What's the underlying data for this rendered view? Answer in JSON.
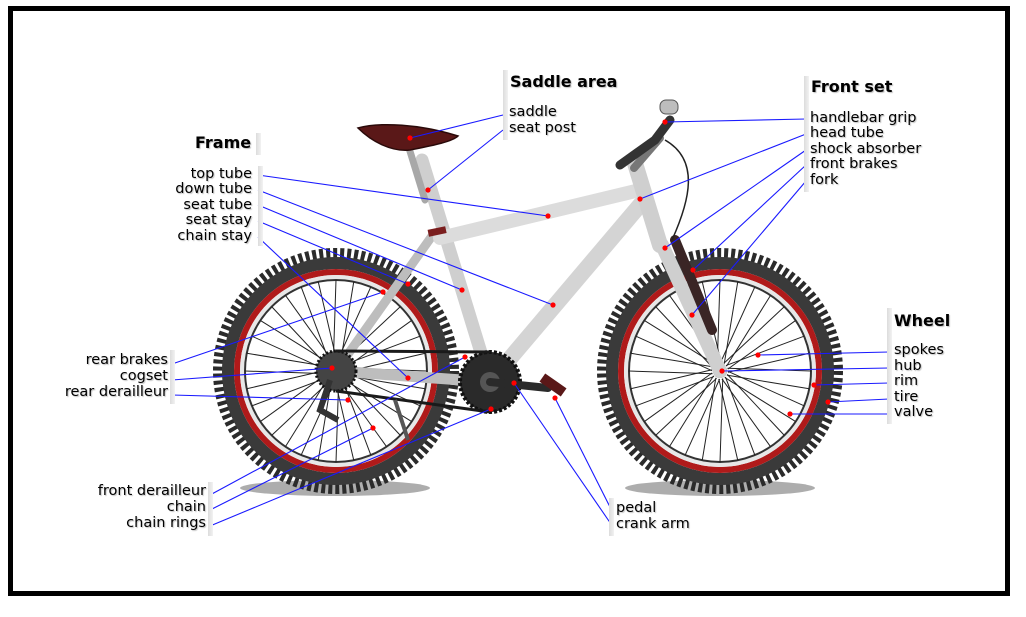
{
  "groups": {
    "frame": {
      "title": "Frame",
      "items": [
        "top tube",
        "down tube",
        "seat tube",
        "seat stay",
        "chain stay"
      ]
    },
    "saddle_area": {
      "title": "Saddle area",
      "items": [
        "saddle",
        "seat post"
      ]
    },
    "front_set": {
      "title": "Front set",
      "items": [
        "handlebar grip",
        "head tube",
        "shock absorber",
        "front brakes",
        "fork"
      ]
    },
    "wheel": {
      "title": "Wheel",
      "items": [
        "spokes",
        "hub",
        "rim",
        "tire",
        "valve"
      ]
    },
    "rear": {
      "items": [
        "rear brakes",
        "cogset",
        "rear derailleur"
      ]
    },
    "drive": {
      "items": [
        "front derailleur",
        "chain",
        "chain rings"
      ]
    },
    "pedal_group": {
      "items": [
        "pedal",
        "crank arm"
      ]
    }
  },
  "colors": {
    "leader_line": "#1a1aff",
    "dot": "#ff0000",
    "tire": "#2b2b2b",
    "rim": "#b01a1a",
    "frame": "#d9d9d9"
  }
}
